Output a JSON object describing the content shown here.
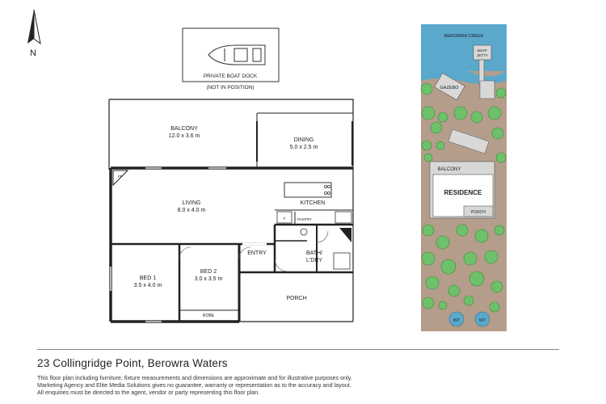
{
  "compass": {
    "label": "N"
  },
  "dock": {
    "label": "PRIVATE BOAT DOCK",
    "note": "(NOT IN POSITION)"
  },
  "rooms": {
    "balcony": {
      "name": "BALCONY",
      "dims": "12.0 x 3.6 m"
    },
    "dining": {
      "name": "DINING",
      "dims": "5.0 x 2.5 m"
    },
    "living": {
      "name": "LIVING",
      "dims": "8.0 x 4.0 m"
    },
    "kitchen": {
      "name": "KITCHEN"
    },
    "fp": {
      "name": "FP"
    },
    "fridge": {
      "name": "F"
    },
    "pantry": {
      "name": "PANTRY"
    },
    "entry": {
      "name": "ENTRY"
    },
    "bath": {
      "name": "BATH/",
      "name2": "L'DRY"
    },
    "bed1": {
      "name": "BED 1",
      "dims": "3.5 x 4.0 m"
    },
    "bed2": {
      "name": "BED 2",
      "dims": "3.0 x 3.5 m"
    },
    "robe": {
      "name": "ROBE"
    },
    "porch": {
      "name": "PORCH"
    }
  },
  "site": {
    "creek": "BEROWRA CREEK",
    "jetty": "BOAT",
    "jetty2": "JETTY",
    "gazebo": "GAZEBO",
    "balcony": "BALCONY",
    "residence": "RESIDENCE",
    "porch": "PORCH",
    "tank1": "WT",
    "tank2": "WT"
  },
  "colors": {
    "water": "#5aa9cc",
    "land": "#b59d8b",
    "tree": "#6ec06a",
    "building": "#d8d8d8"
  },
  "footer": {
    "address": "23 Collingridge Point, Berowra Waters",
    "disclaimer1": "This floor plan including furniture, fixture measurements and dimensions are approximate and for illustrative purposes only.",
    "disclaimer2": "Marketing Agency and Elite Media Solutions gives no guarantee, warranty or representation as to the accuracy and layout.",
    "disclaimer3": "All enquiries must be directed to the agent, vendor or party representing this floor plan."
  }
}
